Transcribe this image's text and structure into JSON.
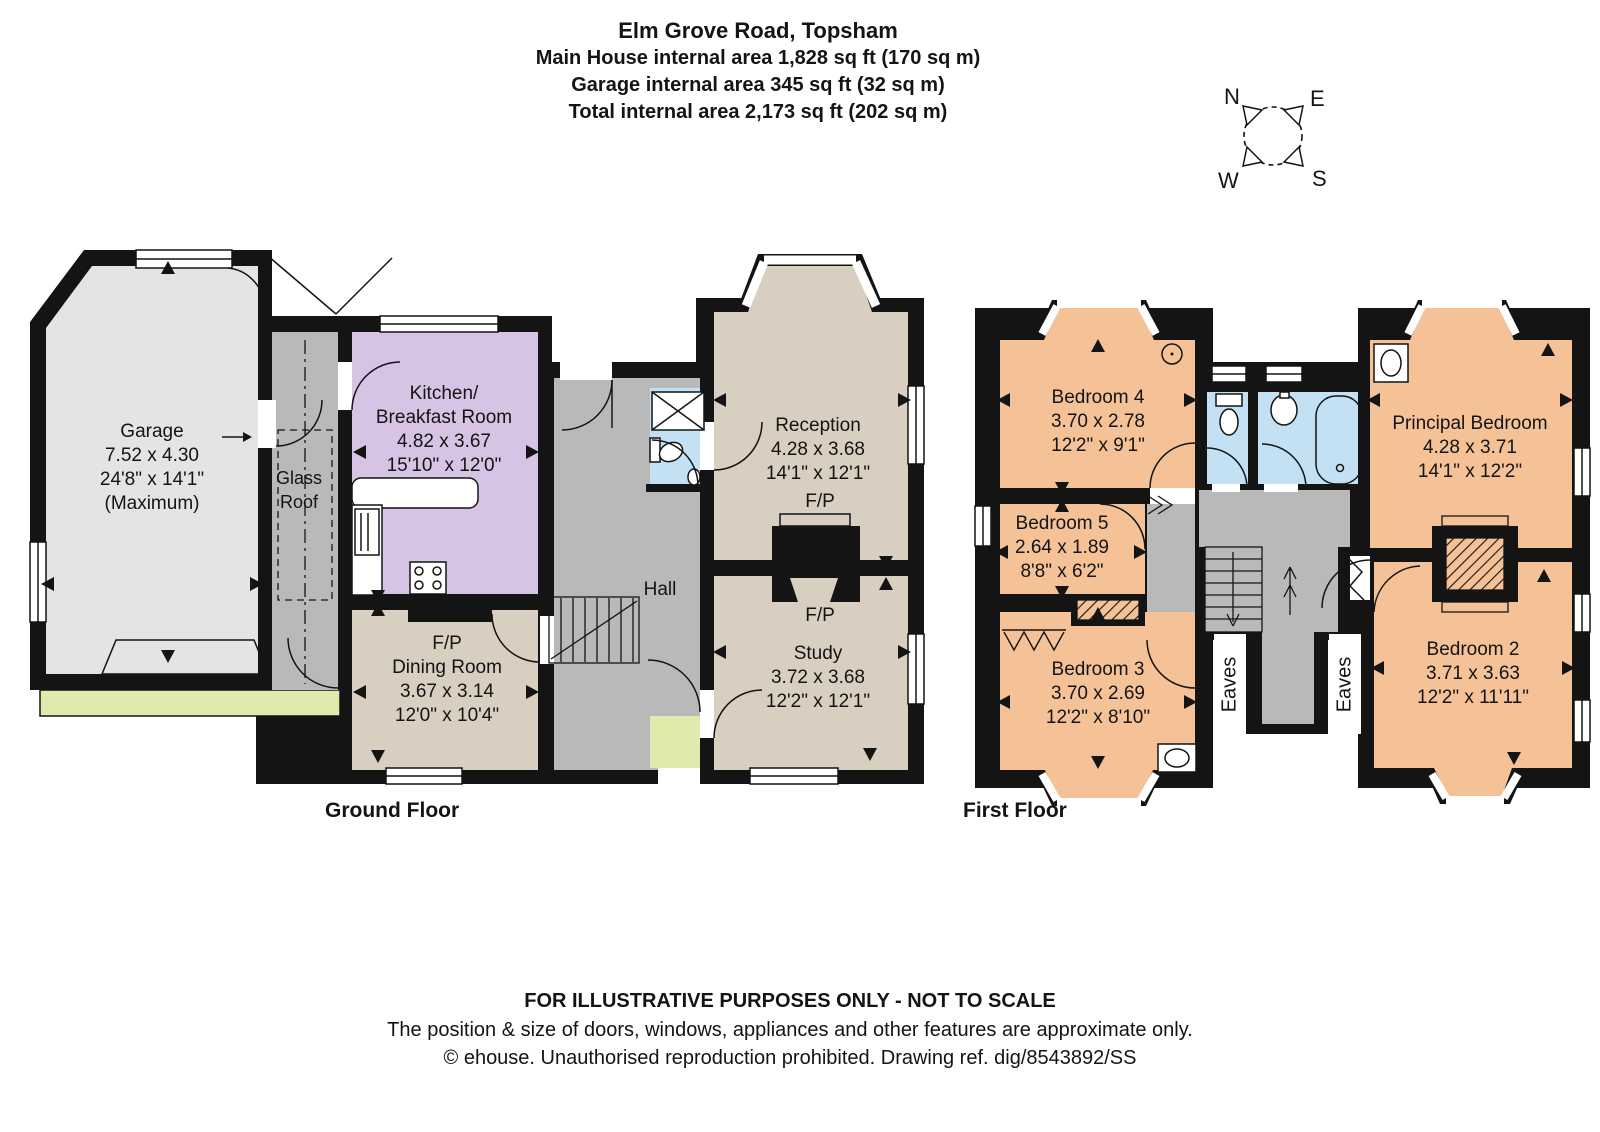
{
  "title": {
    "address": "Elm Grove Road, Topsham",
    "main_house_area": "Main House internal area 1,828 sq ft (170 sq m)",
    "garage_area": "Garage internal area 345 sq ft (32 sq m)",
    "total_area": "Total internal area 2,173 sq ft (202 sq m)"
  },
  "compass": {
    "north": "N",
    "east": "E",
    "west": "W",
    "south": "S"
  },
  "ground_floor": {
    "label": "Ground Floor",
    "rooms": {
      "garage": {
        "name": "Garage",
        "dims_m": "7.52 x 4.30",
        "dims_ft": "24'8\" x 14'1\"",
        "note": "(Maximum)"
      },
      "glass_roof": {
        "line1": "Glass",
        "line2": "Roof"
      },
      "kitchen": {
        "name1": "Kitchen/",
        "name2": "Breakfast Room",
        "dims_m": "4.82 x 3.67",
        "dims_ft": "15'10\" x 12'0\""
      },
      "dining_room": {
        "fireplace": "F/P",
        "name": "Dining Room",
        "dims_m": "3.67 x 3.14",
        "dims_ft": "12'0\" x 10'4\""
      },
      "hall": {
        "name": "Hall"
      },
      "reception": {
        "name": "Reception",
        "dims_m": "4.28 x 3.68",
        "dims_ft": "14'1\" x 12'1\"",
        "fireplace": "F/P"
      },
      "study": {
        "fireplace": "F/P",
        "name": "Study",
        "dims_m": "3.72 x 3.68",
        "dims_ft": "12'2\" x 12'1\""
      }
    }
  },
  "first_floor": {
    "label": "First Floor",
    "rooms": {
      "bedroom4": {
        "name": "Bedroom 4",
        "dims_m": "3.70 x 2.78",
        "dims_ft": "12'2\" x 9'1\""
      },
      "bedroom5": {
        "name": "Bedroom 5",
        "dims_m": "2.64 x 1.89",
        "dims_ft": "8'8\" x 6'2\""
      },
      "bedroom3": {
        "name": "Bedroom 3",
        "dims_m": "3.70 x 2.69",
        "dims_ft": "12'2\" x 8'10\""
      },
      "principal_bedroom": {
        "name": "Principal Bedroom",
        "dims_m": "4.28 x 3.71",
        "dims_ft": "14'1\" x 12'2\""
      },
      "bedroom2": {
        "name": "Bedroom 2",
        "dims_m": "3.71 x 3.63",
        "dims_ft": "12'2\" x 11'11\""
      },
      "eaves_left": "Eaves",
      "eaves_right": "Eaves"
    }
  },
  "footer": {
    "line1": "FOR ILLUSTRATIVE PURPOSES ONLY - NOT TO SCALE",
    "line2": "The position & size of doors, windows, appliances and other features are approximate only.",
    "line3": "© ehouse. Unauthorised reproduction prohibited. Drawing ref. dig/8543892/SS"
  },
  "colors": {
    "wall": "#141414",
    "garage": "#e4e4e4",
    "corridor_hall": "#b9b9b9",
    "kitchen": "#d7c4e4",
    "living_beige": "#d9cfc0",
    "bathroom_blue": "#c4e1f4",
    "bedroom_orange": "#f5c298",
    "porch_green": "#e0eaad"
  }
}
